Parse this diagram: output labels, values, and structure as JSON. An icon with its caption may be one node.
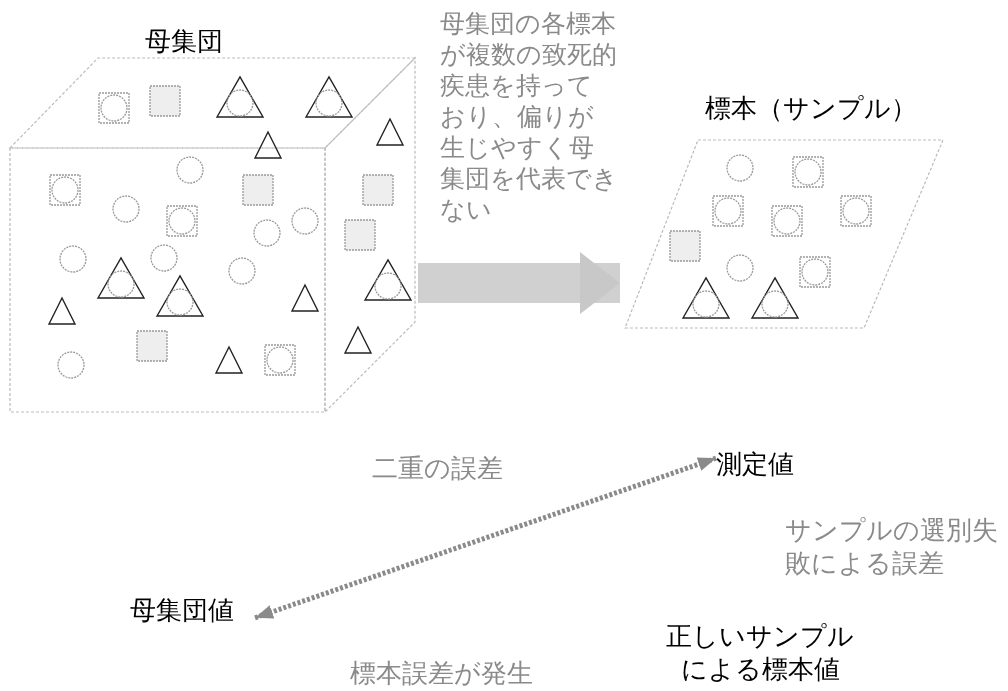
{
  "diagram": {
    "nodes": [
      {
        "text": [
          "母集団"
        ]
      },
      {
        "text": [
          "標本（サンプル）"
        ]
      },
      {
        "text": [
          "測定値"
        ]
      },
      {
        "text": [
          "母集団値"
        ]
      }
    ],
    "edges": [
      {
        "from": 0,
        "to": 1,
        "arrow": "to",
        "style": "thick",
        "label": "母集団の各標本が複数の致死的疾患を持っており、偏りが生じやすく母集団を代表できない"
      },
      {
        "from": 3,
        "to": 2,
        "arrow": "both",
        "style": "dashed",
        "label": "二重の誤差"
      }
    ],
    "labels": [
      "サンプルの選別失敗による誤差",
      "正しいサンプルによる標本値",
      "標本誤差が発生"
    ]
  }
}
